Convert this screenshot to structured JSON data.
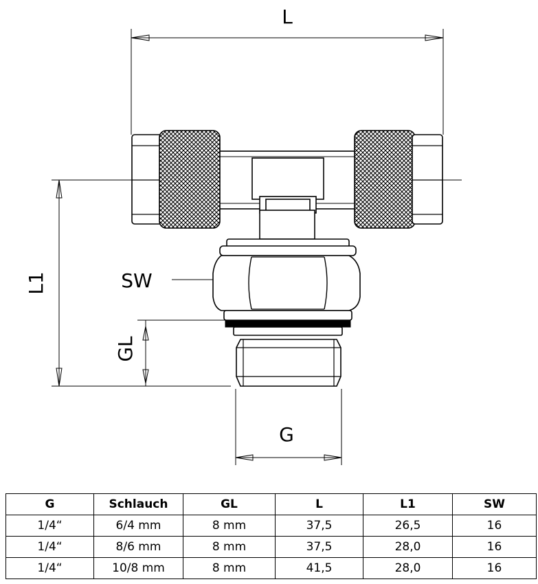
{
  "drawing": {
    "labels": {
      "L": "L",
      "L1": "L1",
      "SW": "SW",
      "GL": "GL",
      "G": "G"
    }
  },
  "table": {
    "headers": [
      "G",
      "Schlauch",
      "GL",
      "L",
      "L1",
      "SW"
    ],
    "rows": [
      [
        "1/4“",
        "6/4 mm",
        "8 mm",
        "37,5",
        "26,5",
        "16"
      ],
      [
        "1/4“",
        "8/6 mm",
        "8 mm",
        "37,5",
        "28,0",
        "16"
      ],
      [
        "1/4“",
        "10/8 mm",
        "8 mm",
        "41,5",
        "28,0",
        "16"
      ]
    ]
  }
}
